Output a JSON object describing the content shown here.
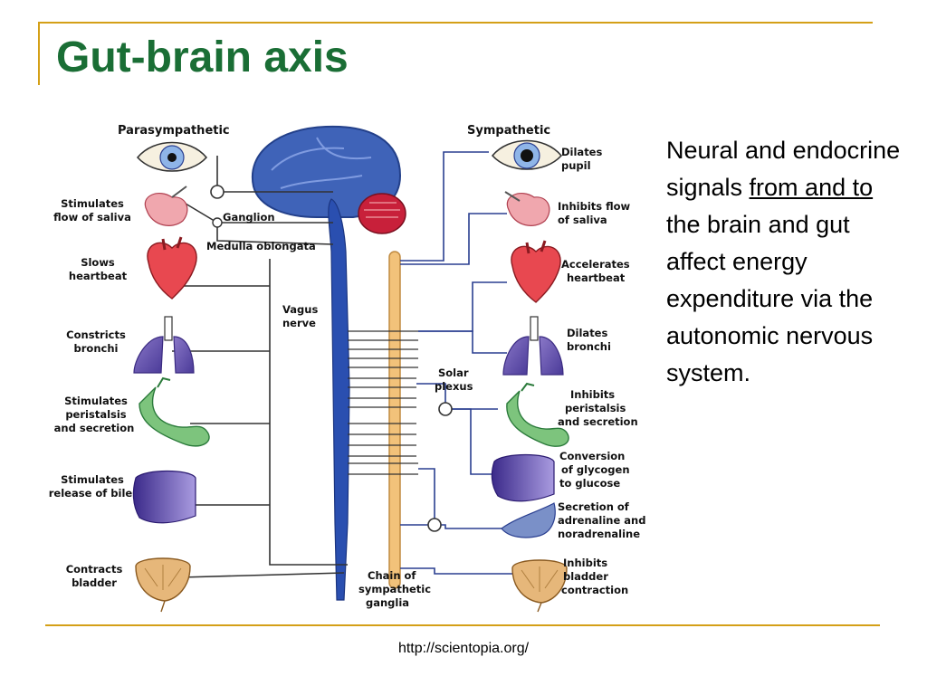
{
  "slide": {
    "title": "Gut-brain axis",
    "body": {
      "part1": "Neural and endocrine signals ",
      "underlined": "from and to",
      "part2": " the brain and gut affect energy expenditure via the autonomic nervous system."
    },
    "source": "http://scientopia.org/"
  },
  "diagram": {
    "parasympathetic_header": "Parasympathetic",
    "sympathetic_header": "Sympathetic",
    "center_labels": {
      "ganglion": "Ganglion",
      "medulla": "Medulla oblongata",
      "vagus": [
        "Vagus",
        "nerve"
      ],
      "solar_plexus": [
        "Solar",
        "plexus"
      ],
      "chain": [
        "Chain of",
        "sympathetic",
        "ganglia"
      ]
    },
    "left_labels": [
      [
        "Stimulates",
        "flow of saliva"
      ],
      [
        "Slows",
        "heartbeat"
      ],
      [
        "Constricts",
        "bronchi"
      ],
      [
        "Stimulates",
        "peristalsis",
        "and secretion"
      ],
      [
        "Stimulates",
        "release of bile"
      ],
      [
        "Contracts",
        "bladder"
      ]
    ],
    "right_labels": [
      [
        "Dilates",
        "pupil"
      ],
      [
        "Inhibits flow",
        "of saliva"
      ],
      [
        "Accelerates",
        "heartbeat"
      ],
      [
        "Dilates",
        "bronchi"
      ],
      [
        "Inhibits",
        "peristalsis",
        "and secretion"
      ],
      [
        "Conversion",
        "of glycogen",
        "to glucose"
      ],
      [
        "Secretion of",
        "adrenaline and",
        "noradrenaline"
      ],
      [
        "Inhibits",
        "bladder",
        "contraction"
      ]
    ],
    "colors": {
      "brain": "#3f63b8",
      "cord": "#2a4fb0",
      "chain": "#f2c27a",
      "organ_red": "#e84850",
      "organ_purple": "#6a58b0",
      "organ_green": "#7dc47d",
      "bladder": "#e6b77a",
      "nerve_line": "#333333"
    }
  }
}
